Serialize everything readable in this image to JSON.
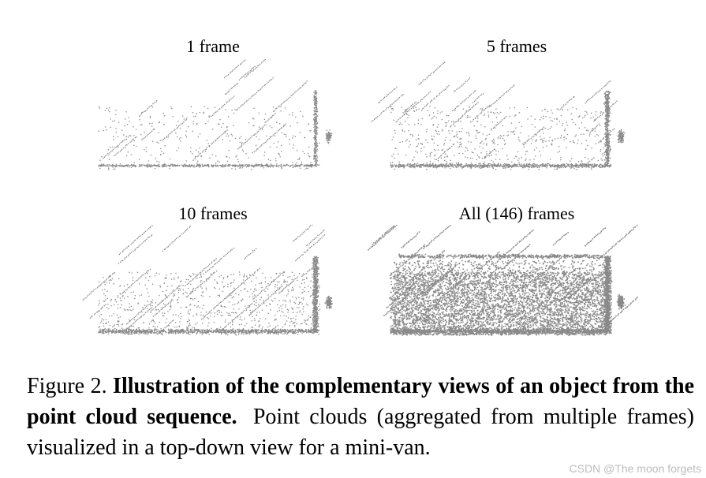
{
  "figure": {
    "panels": [
      {
        "label": "1 frame",
        "density": 1
      },
      {
        "label": "5 frames",
        "density": 5
      },
      {
        "label": "10 frames",
        "density": 10
      },
      {
        "label": "All (146) frames",
        "density": 146
      }
    ],
    "point_color": "#8a8a8a",
    "caption": {
      "prefix": "Figure 2.",
      "bold_text": "Illustration of the complementary views of an object from the point cloud sequence.",
      "body_text": "Point clouds (aggregated from multiple frames) visualized in a top-down view for a mini-van."
    }
  },
  "watermark": "CSDN @The moon forgets"
}
